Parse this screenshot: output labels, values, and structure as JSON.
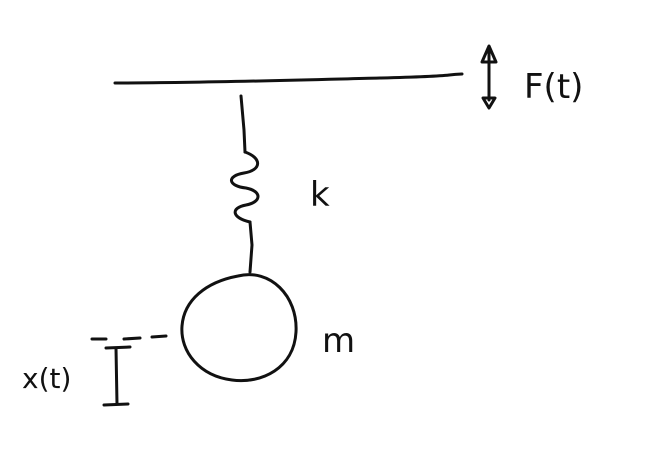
{
  "diagram": {
    "force_label": "F(t)",
    "spring_label": "k",
    "mass_label": "m",
    "displacement_label": "x(t)"
  },
  "colors": {
    "ink": "#111111",
    "background": "#ffffff"
  }
}
